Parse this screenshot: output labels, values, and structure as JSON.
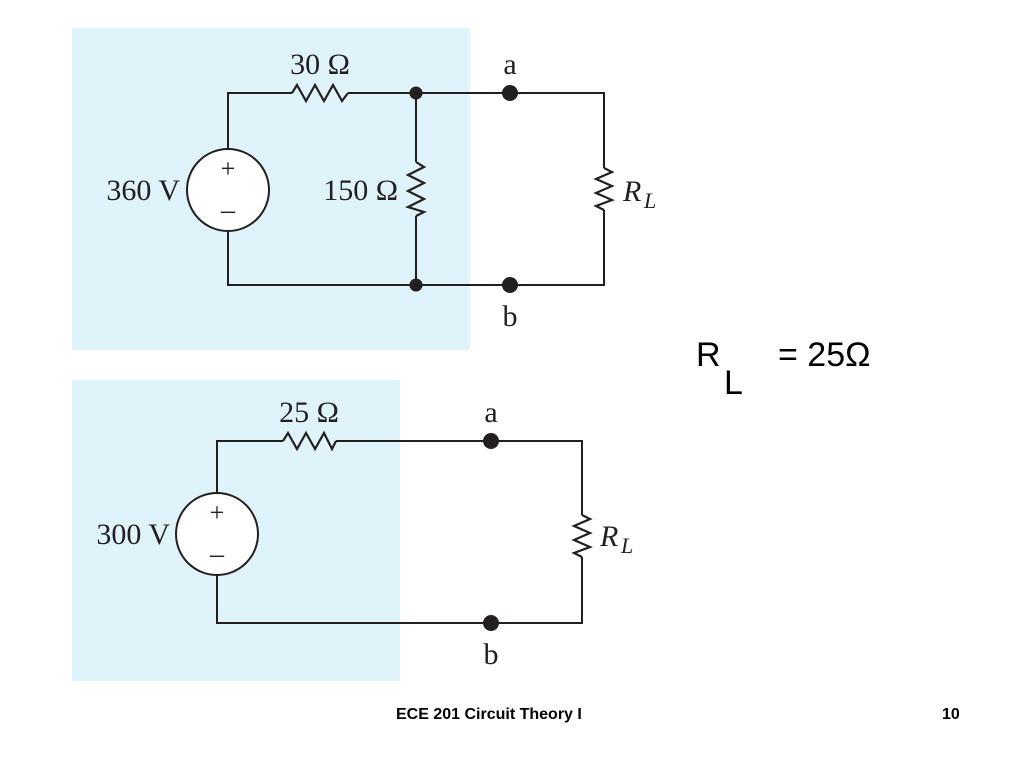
{
  "circuit_top": {
    "source_label": "360 V",
    "source_plus": "+",
    "source_minus": "–",
    "series_resistor_label": "30 Ω",
    "shunt_resistor_label": "150 Ω",
    "terminal_a": "a",
    "terminal_b": "b",
    "load_label_main": "R",
    "load_label_sub": "L"
  },
  "circuit_bottom": {
    "source_label": "300 V",
    "source_plus": "+",
    "source_minus": "–",
    "series_resistor_label": "25 Ω",
    "terminal_a": "a",
    "terminal_b": "b",
    "load_label_main": "R",
    "load_label_sub": "L"
  },
  "result": {
    "symbol": "R",
    "subscript": "L",
    "value_text": "=  25Ω"
  },
  "footer": {
    "course_title": "ECE 201 Circuit Theory I",
    "page_number": "10"
  },
  "colors": {
    "highlight_box": "#dff3fb",
    "ink": "#231f20",
    "background": "#ffffff"
  }
}
